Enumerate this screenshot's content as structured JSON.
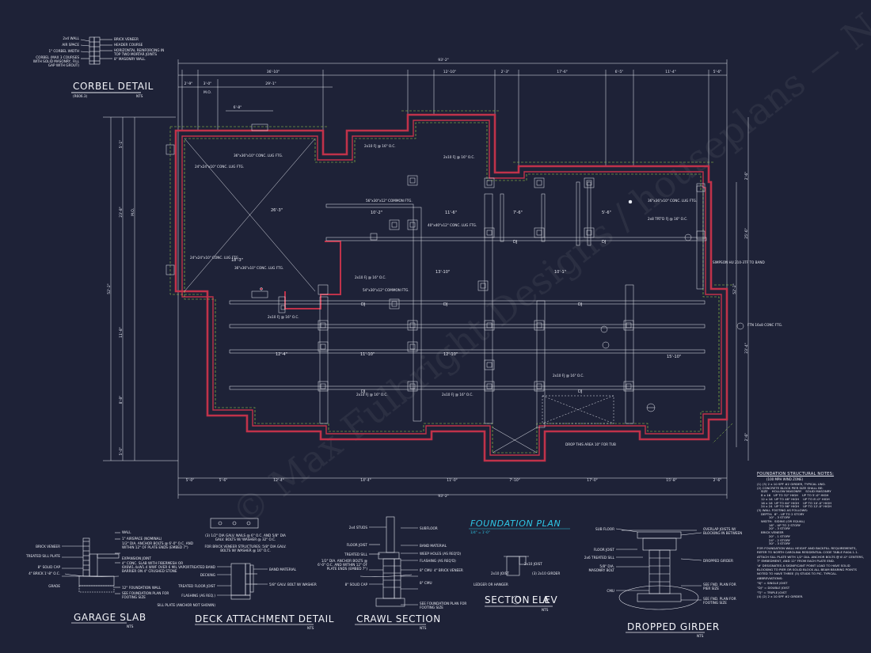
{
  "colors": {
    "background": "#1e2237",
    "lines": "#e8eaf2",
    "wall_outline": "#c0324a",
    "dashed": "#9cd64a",
    "title_accent": "#2ec7e6"
  },
  "watermark": "© Max Fulbright Designs / houseplans — Not for Construction",
  "corbel": {
    "title": "CORBEL DETAIL",
    "sub": "(R606.3)",
    "nts": "NTS",
    "callouts_left": [
      "2x4 WALL",
      "AIR SPACE",
      "1\" CORBEL WIDTH",
      "CORBEL (MAX 3 COURSES WITH SOLID MASONRY, FILL GAP WITH GROUT)"
    ],
    "callouts_right": [
      "BRICK VENEER",
      "HEADER COURSE",
      "HORIZONTAL REINFORCING IN TOP TWO MORTAR JOINTS",
      "8\" MASONRY WALL"
    ]
  },
  "plan": {
    "title": "FOUNDATION PLAN",
    "scale": "1/4\" = 1'-0\"",
    "dims_top": [
      "93'-2\"",
      "36'-10\"",
      "12'-10\"",
      "2'-3\"",
      "17'-6\"",
      "6'-5\"",
      "11'-4\"",
      "5'-6\""
    ],
    "dims_top2": [
      "2'-9\"",
      "3'-0\"",
      "29'-1\"",
      "M.O.",
      "6'-8\""
    ],
    "dims_bottom": [
      "5'-0\"",
      "5'-6\"",
      "12'-4\"",
      "14'-4\"",
      "11'-0\"",
      "7'-10\"",
      "17'-0\"",
      "15'-8\"",
      "2'-6\"",
      "93'-2\""
    ],
    "dims_left": [
      "5'-1\"",
      "23'-8\"",
      "M.O.",
      "52'-2\"",
      "11'-8\"",
      "8'-8\"",
      "5'-0\""
    ],
    "dims_right": [
      "2'-6\"",
      "25'-6\"",
      "52'-2\"",
      "23'-4\"",
      "2'-6\""
    ],
    "notes": [
      "36\"x36\"x10\" CONC. LUG FTG.",
      "24\"x24\"x10\" CONC. LUG FTG.",
      "24\"x24\"x10\" CONC. LUG FTG.",
      "36\"x36\"x10\" CONC. LUG FTG.",
      "2x10 FJ @ 16\" O.C.",
      "2x10 FJ @ 16\" O.C.",
      "56\"x30\"x12\" COMMON FTG.",
      "40\"x40\"x12\" CONC. LUG FTG.",
      "54\"x30\"x12\" COMMON FTG.",
      "36\"x36\"x10\" CONC. LUG FTG.",
      "2x8 TRT'D FJ @ 16\" O.C.",
      "SIMPSON HU 210-3TF TO BAND",
      "FTN 16x8 CONC FTG.",
      "DROP THIS AREA 10\" FOR TUB",
      "2x10 FJ @ 16\" O.C.",
      "2x10 FJ @ 16\" O.C.",
      "2x10 FJ @ 16\" O.C.",
      "2x10 FJ @ 16\" O.C.",
      "2x10 FJ @ 16\" O.C."
    ],
    "room_dims": [
      "26'-3\"",
      "18'-3\"",
      "10'-2\"",
      "11'-6\"",
      "7'-6\"",
      "13'-10\"",
      "12'-4\"",
      "11'-10\"",
      "15'-10\"",
      "12'-10\"",
      "10'-1\"",
      "5'-6\""
    ],
    "beam_label": "DJ"
  },
  "garage": {
    "title": "GARAGE SLAB",
    "nts": "NTS",
    "left": [
      "BRICK VENEER",
      "TREATED SILL PLATE",
      "8\" SOLID CAP",
      "4\" BRICK 1'-8\" O.C.",
      "GRADE"
    ],
    "right": [
      "WALL",
      "1\" AIRSPACE (NOMINAL)",
      "1/2\" DIA. ANCHOR BOLTS @ 6'-0\" O.C. AND WITHIN 12\" OF PLATE ENDS (EMBED 7\")",
      "EXPANSION JOINT",
      "4\" CONC. SLAB WITH FIBERMESH OR 6X6W1.4xW1.4 WWF OVER 6 MIL VAPOR BARRIER ON 4\" CRUSHED STONE",
      "12\" FOUNDATION WALL",
      "SEE FOUNDATION PLAN FOR FOOTING SIZE"
    ]
  },
  "deck": {
    "title": "DECK ATTACHMENT DETAIL",
    "nts": "NTS",
    "top": [
      "(3) 1/2\" DIA GALV. NAILS @ 6\" O.C. AND 5/8\" DIA GALV. BOLTS W/ WASHER @ 32\" O.C.",
      "FOR BRICK VENEER STRUCTURES: 5/8\" DIA GALV. BOLTS W/ WASHER @ 16\" O.C."
    ],
    "left": [
      "TREATED BAND",
      "DECKING",
      "TREATED FLOOR JOIST",
      "FLASHING (AS REQ.)",
      "SILL PLATE (ANCHOR NOT SHOWN)"
    ],
    "right": [
      "BAND MATERIAL",
      "5/8\" GALV. BOLT W/ WASHER"
    ]
  },
  "crawl": {
    "title": "CRAWL SECTION",
    "nts": "NTS",
    "left": [
      "2x4 STUDS",
      "FLOOR JOIST",
      "TREATED SILL",
      "1/2\" DIA. ANCHOR BOLTS @ 6'-0\" O.C. AND WITHIN 12\" OF PLATE ENDS (EMBED 7\")",
      "8\" SOLID CAP"
    ],
    "right": [
      "SUBFLOOR",
      "BAND MATERIAL",
      "WEEP HOLES (AS REQ'D)",
      "FLASHING (AS REQ'D)",
      "8\" CMU",
      "4\" BRICK VENEER",
      "8\" CMU",
      "SEE FOUNDATION PLAN FOR FOOTING SIZE"
    ]
  },
  "section": {
    "title": "SECTION ELEV",
    "mark": "A",
    "nts": "NTS",
    "labels": [
      "2x10 JOIST",
      "2x10 JOIST",
      "LEDGER OR HANGER",
      "(3) 2x10 GIRDER"
    ]
  },
  "girder": {
    "title": "DROPPED GIRDER",
    "nts": "NTS",
    "left": [
      "SUB FLOOR",
      "FLOOR JOIST",
      "2x6 TREATED SILL",
      "5/8\" DIA. MASONRY BOLT",
      "CMU"
    ],
    "right": [
      "OVERLAP JOISTS W/ BLOCKING IN BETWEEN",
      "DROPPED GIRDER",
      "SEE FND. PLAN FOR PIER SIZE",
      "SEE FND. PLAN FOR FOOTING SIZE"
    ]
  },
  "struct_notes": {
    "title": "FOUNDATION STRUCTURAL NOTES:",
    "sub": "(100 MPH WIND ZONE)",
    "items": [
      "(1) (3) 2 x 10 SPF #2 GIRDER, TYPICAL UNO.",
      "(2) CONCRETE BLOCK PIER SIZE SHALL BE:",
      "    SIZE    HOLLOW MASONRY    SOLID MASONRY",
      "    8 x 16   UP TO 32\" HIGH    UP TO 5'-0\" HIGH",
      "    12 x 16  UP TO 48\" HIGH    UP TO 8'-0\" HIGH",
      "    16 x 16  UP TO 64\" HIGH    UP TO 10'-0\" HIGH",
      "    24 x 24  UP TO 96\" HIGH    UP TO 12'-0\" HIGH",
      "(3) WALL FOOTING AS FOLLOWS:",
      "    DEPTH:  8\" - UP TO 2 STORY",
      "            10\" - 3 STORY",
      "    WIDTH:  SIDING (OR EQUAL)",
      "            16\" - UP TO 2 STORY",
      "            20\" - 3 STORY",
      "    BRICK VENEER",
      "            20\" - 1 STORY",
      "            24\" - 2 STORY",
      "            30\" - 3 STORY",
      "FOR FOUNDATION WALL HEIGHT AND BACKFILL REQUIREMENTS, REFER TO NORTH CAROLINA RESIDENTIAL CODE TABLE R404.1.1.",
      "ATTACH SILL PLATE WITH 1/2\" DIA. ANCHOR BOLTS @ 6'-0\" CENTERS, 7\" EMBEDMENT, AND 12\" FROM EACH PLATE END.",
      "'#' DESIGNATES A SIGNIFICANT POINT LOAD TO HAVE SOLID BLOCKING TO PIER OR SOLID BLOCK ALL BEAM BEARING POINTS NOTED TO HAVE THREE (3) STUDS TO PIC. TYPICAL.",
      "ABBREVIATIONS:",
      "\"SJ\" = SINGLE JOIST",
      "\"DJ\" = DOUBLE JOIST",
      "\"TJ\" = TRIPLE JOIST",
      "(4) (2) 2 x 10 SPF #2 GIRDER."
    ]
  }
}
